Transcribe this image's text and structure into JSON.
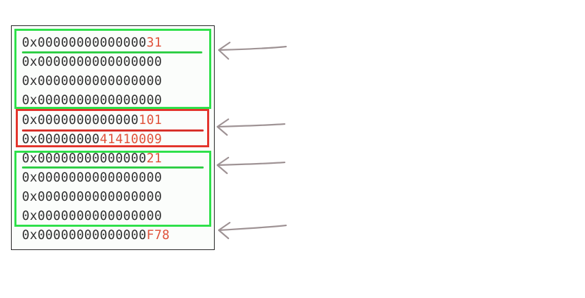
{
  "colors": {
    "text": "#333333",
    "highlight": "#e0533c",
    "green_box": "#2ee04a",
    "red_box": "#e3342c",
    "arrow": "#9e9294",
    "border": "#222222"
  },
  "memory": {
    "rows": [
      {
        "prefix": "0x00000000000000",
        "highlight": "31"
      },
      {
        "prefix": "0x0000000000000000",
        "highlight": ""
      },
      {
        "prefix": "0x0000000000000000",
        "highlight": ""
      },
      {
        "prefix": "0x0000000000000000",
        "highlight": ""
      },
      {
        "prefix": "0x0000000000000",
        "highlight": "101"
      },
      {
        "prefix": "0x00000000",
        "highlight": "41410009"
      },
      {
        "prefix": "0x00000000000000",
        "highlight": "21"
      },
      {
        "prefix": "0x0000000000000000",
        "highlight": ""
      },
      {
        "prefix": "0x0000000000000000",
        "highlight": ""
      },
      {
        "prefix": "0x0000000000000000",
        "highlight": ""
      },
      {
        "prefix": "0x00000000000000",
        "highlight": "F78"
      }
    ]
  },
  "chunks": [
    {
      "color": "green",
      "rows": "0-3"
    },
    {
      "color": "red",
      "rows": "4-5"
    },
    {
      "color": "green",
      "rows": "6-9"
    }
  ],
  "arrows": [
    {
      "target_row": 0,
      "icon": "arrow-left-icon"
    },
    {
      "target_row": 4,
      "icon": "arrow-left-icon"
    },
    {
      "target_row": 6,
      "icon": "arrow-left-icon"
    },
    {
      "target_row": 10,
      "icon": "arrow-left-icon"
    }
  ]
}
